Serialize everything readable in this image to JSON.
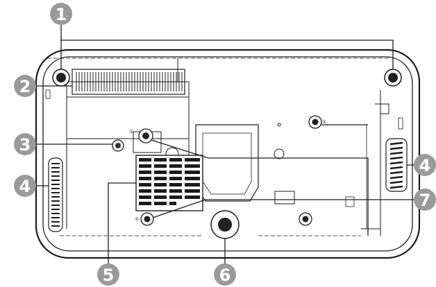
{
  "diagram": {
    "callouts": [
      {
        "id": "1",
        "label": "1"
      },
      {
        "id": "2",
        "label": "2"
      },
      {
        "id": "3",
        "label": "3"
      },
      {
        "id": "4-left",
        "label": "4"
      },
      {
        "id": "4-right",
        "label": "4"
      },
      {
        "id": "5",
        "label": "5"
      },
      {
        "id": "6",
        "label": "6"
      },
      {
        "id": "7",
        "label": "7"
      }
    ],
    "screw_marks": [
      "①",
      "①",
      "①"
    ],
    "colors": {
      "badge": "#9a9a9a",
      "outline": "#1a1a1a",
      "body": "#ffffff"
    }
  }
}
